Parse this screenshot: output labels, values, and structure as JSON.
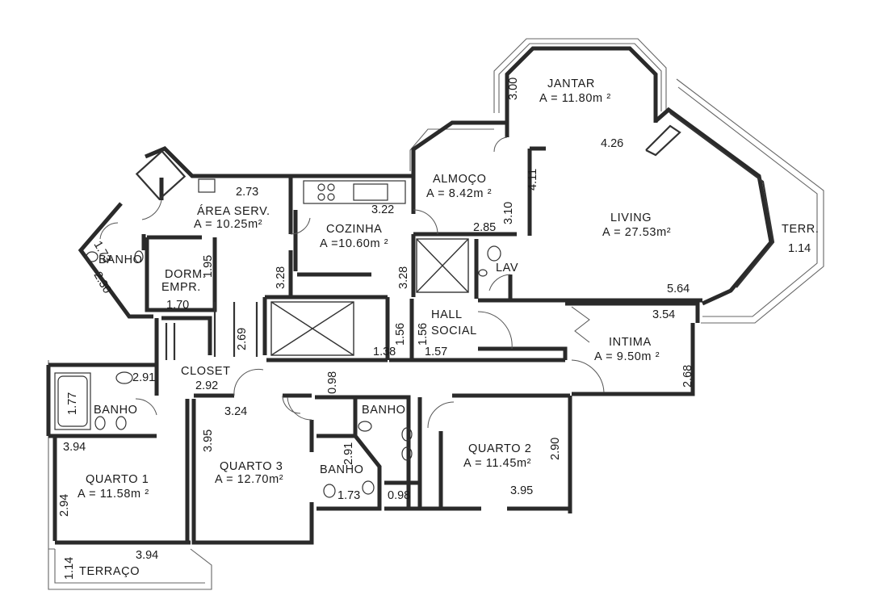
{
  "rooms": {
    "jantar": {
      "name": "JANTAR",
      "area": "A = 11.80m ²"
    },
    "almoco": {
      "name": "ALMOÇO",
      "area": "A = 8.42m ²"
    },
    "living": {
      "name": "LIVING",
      "area": "A = 27.53m²"
    },
    "terr": {
      "name": "TERR."
    },
    "area_serv": {
      "name": "ÁREA SERV.",
      "area": "A = 10.25m²"
    },
    "cozinha": {
      "name": "COZINHA",
      "area": "A =10.60m ²"
    },
    "banho_serv": {
      "name": "BANHO"
    },
    "dorm": {
      "name_1": "DORM.",
      "name_2": "EMPR."
    },
    "lav": {
      "name": "LAV"
    },
    "hall": {
      "name_1": "HALL",
      "name_2": "SOCIAL"
    },
    "intima": {
      "name": "INTIMA",
      "area": "A = 9.50m ²"
    },
    "closet": {
      "name": "CLOSET"
    },
    "banho_1": {
      "name": "BANHO"
    },
    "banho_2": {
      "name": "BANHO"
    },
    "banho_3": {
      "name": "BANHO"
    },
    "quarto1": {
      "name": "QUARTO 1",
      "area": "A = 11.58m ²"
    },
    "quarto2": {
      "name": "QUARTO 2",
      "area": "A = 11.45m²"
    },
    "quarto3": {
      "name": "QUARTO 3",
      "area": "A = 12.70m²"
    },
    "terraco": {
      "name": "TERRAÇO"
    }
  },
  "dimensions": {
    "jantar_h": "3.00",
    "jantar_diag": "4.26",
    "almoco_v": "4.11",
    "almoco_v2": "3.10",
    "almoco_w": "2.85",
    "living_w": "5.64",
    "terr_w": "1.14",
    "serv_w": "2.73",
    "banho_a": "1.73",
    "banho_b": "2.30",
    "dorm_h": "1.95",
    "dorm_w": "1.70",
    "serv_h": "3.28",
    "coz_w": "3.22",
    "coz_h": "3.28",
    "hall_a": "1.56",
    "hall_b": "1.56",
    "hall_c": "1.38",
    "hall_w": "1.57",
    "intima_w": "3.54",
    "intima_h": "2.68",
    "closet_h": "2.69",
    "closet_w": "2.92",
    "corr_w": "0.98",
    "banho1_w": "2.91",
    "banho1_h": "1.77",
    "q3_w": "3.24",
    "q3_h": "3.95",
    "q1_w": "3.94",
    "q1_h": "2.94",
    "q2_h": "2.90",
    "q2_w": "3.95",
    "banho3_a": "2.91",
    "banho3_w": "1.73",
    "banho3_b": "0.98",
    "terraco_w": "3.94",
    "terraco_h": "1.14"
  }
}
